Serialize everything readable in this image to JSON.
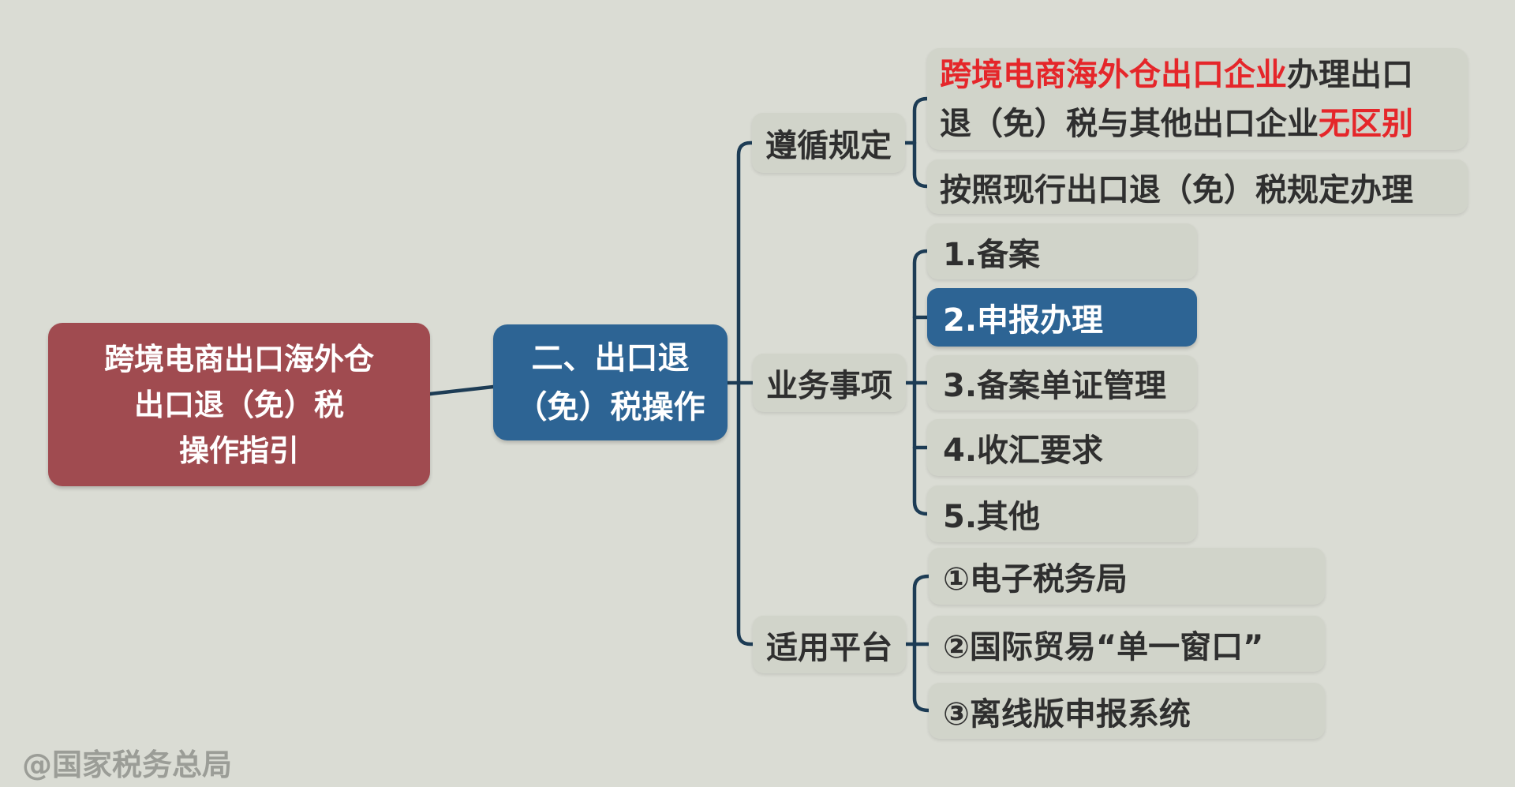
{
  "colors": {
    "bg": "#dadcd4",
    "box-gray": "#d1d4ca",
    "box-red": "#a04b50",
    "box-blue": "#2d6494",
    "text-dark": "#2f2f2f",
    "text-red": "#e5262a",
    "line": "#1d3c55",
    "watermark": "#9b9d97"
  },
  "root": {
    "line1": "跨境电商出口海外仓",
    "line2": "出口退（免）税",
    "line3": "操作指引"
  },
  "main_topic": {
    "line1": "二、出口退",
    "line2": "（免）税操作"
  },
  "branches": [
    {
      "label": "遵循规定",
      "children": [
        {
          "lines": [
            {
              "segments": [
                {
                  "text": "跨境电商海外仓出口企业",
                  "red": true
                },
                {
                  "text": "办理出口",
                  "red": false
                }
              ]
            },
            {
              "segments": [
                {
                  "text": "退（免）税与其他出口企业",
                  "red": false
                },
                {
                  "text": "无区别",
                  "red": true
                }
              ]
            }
          ]
        },
        {
          "text": "按照现行出口退（免）税规定办理"
        }
      ]
    },
    {
      "label": "业务事项",
      "children": [
        {
          "text": "1.备案",
          "highlighted": false
        },
        {
          "text": "2.申报办理",
          "highlighted": true
        },
        {
          "text": "3.备案单证管理",
          "highlighted": false
        },
        {
          "text": "4.收汇要求",
          "highlighted": false
        },
        {
          "text": "5.其他",
          "highlighted": false
        }
      ]
    },
    {
      "label": "适用平台",
      "children": [
        {
          "text": "①电子税务局"
        },
        {
          "text": "②国际贸易“单一窗口”"
        },
        {
          "text": "③离线版申报系统"
        }
      ]
    }
  ],
  "watermark": "@国家税务总局"
}
